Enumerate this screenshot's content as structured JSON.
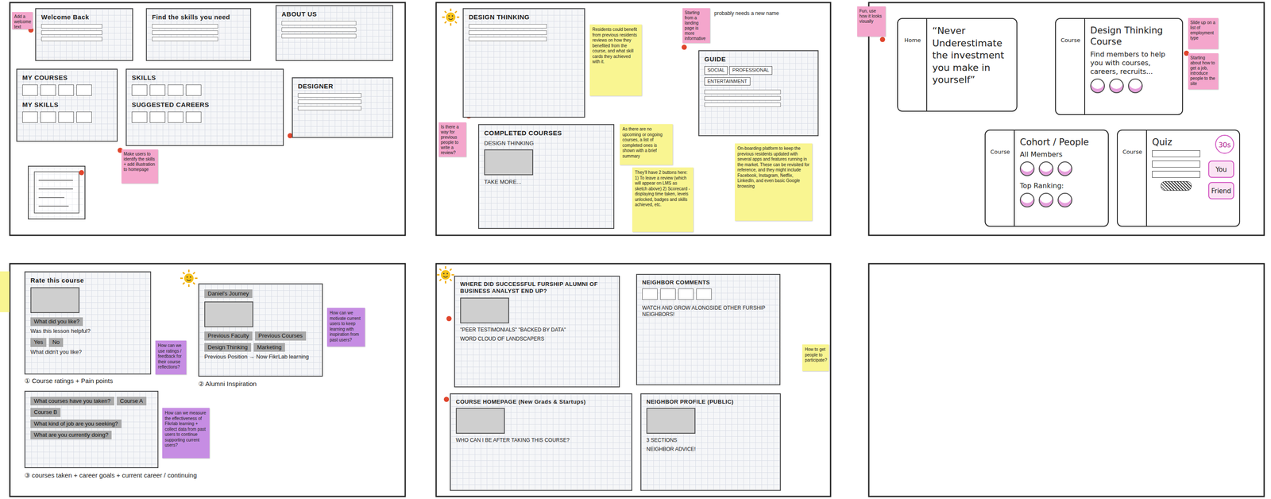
{
  "diagram": {
    "nodes": [
      {
        "text": [
          "Add a welcome text"
        ]
      },
      {
        "text": [
          "Welcome Back"
        ]
      },
      {
        "text": [
          "Find the skills you need"
        ]
      },
      {
        "text": [
          "ABOUT US"
        ]
      },
      {
        "text": [
          "MY COURSES",
          "MY SKILLS"
        ]
      },
      {
        "text": [
          "SKILLS",
          "SUGGESTED CAREERS"
        ]
      },
      {
        "text": [
          "DESIGNER"
        ]
      },
      {
        "text": [
          "Make users to identify the skills + add illustration to homepage"
        ]
      },
      {
        "text": [
          "DESIGN THINKING"
        ]
      },
      {
        "text": [
          "Residents could benefit from previous residents reviews on how they benefited from the course, and what skill cards they achieved with it."
        ]
      },
      {
        "text": [
          "Starting from a landing page is more informative"
        ]
      },
      {
        "text": [
          "Is there a way for previous people to write a review?"
        ]
      },
      {
        "text": [
          "GUIDE",
          "SOCIAL",
          "PROFESSIONAL",
          "ENTERTAINMENT"
        ]
      },
      {
        "text": [
          "COMPLETED COURSES",
          "DESIGN THINKING",
          "TAKE MORE..."
        ]
      },
      {
        "text": [
          "As there are no upcoming or ongoing courses, a list of completed ones is shown with a brief summary"
        ]
      },
      {
        "text": [
          "They'll have 2 buttons here: 1) To leave a review (which will appear on LMS as sketch above) 2) Scorecard - displaying time taken, levels unlocked, badges and skills achieved, etc."
        ]
      },
      {
        "text": [
          "On-boarding platform to keep the previous residents updated with several apps and features running in the market. These can be revisited for reference, and they might include Facebook, Instagram, Netflix, LinkedIn, and even basic Google browsing"
        ]
      },
      {
        "text": [
          "Fun, use how it looks visually"
        ]
      },
      {
        "text": [
          "Home",
          "“Never Underestimate the investment you make in yourself”"
        ]
      },
      {
        "text": [
          "Course",
          "Design Thinking Course",
          "Find members to help you with courses, careers, recruits..."
        ]
      },
      {
        "text": [
          "Slide up on a list of employment type"
        ]
      },
      {
        "text": [
          "Starting about how to get a job, introduce people to the site"
        ]
      },
      {
        "text": [
          "Course",
          "Cohort / People",
          "All Members",
          "Top Ranking:"
        ]
      },
      {
        "text": [
          "Course",
          "Quiz",
          "30s",
          "You",
          "Friend"
        ]
      },
      {
        "text": [
          "Rate this course",
          "What did you like?",
          "Was this lesson helpful?",
          "Yes",
          "No",
          "What didn't you like?"
        ]
      },
      {
        "text": [
          "How can we use ratings / feedback for their course reflections?"
        ]
      },
      {
        "text": [
          "Daniel's Journey",
          "Previous Faculty",
          "Previous Courses",
          "Design Thinking",
          "Marketing",
          "Previous Position → Now FikrLab learning"
        ]
      },
      {
        "text": [
          "How can we motivate current users to keep learning with inspiration from past users?"
        ]
      },
      {
        "text": [
          "What courses have you taken?",
          "Course A",
          "Course B",
          "What kind of job are you seeking?",
          "What are you currently doing?"
        ]
      },
      {
        "text": [
          "How can we measure the effectiveness of Fikrlab learning + collect data from past users to continue supporting current users?"
        ]
      },
      {
        "text": [
          "WHERE DID SUCCESSFUL FURSHIP ALUMNI OF BUSINESS ANALYST END UP?",
          "\"PEER TESTIMONIALS\" \"BACKED BY DATA\"",
          "WORD CLOUD OF LANDSCAPERS"
        ]
      },
      {
        "text": [
          "NEIGHBOR COMMENTS",
          "WATCH AND GROW ALONGSIDE OTHER FURSHIP NEIGHBORS!"
        ]
      },
      {
        "text": [
          "How to get people to participate?"
        ]
      },
      {
        "text": [
          "COURSE HOMEPAGE (New Grads & Startups)",
          "WHO CAN I BE AFTER TAKING THIS COURSE?"
        ]
      },
      {
        "text": [
          "NEIGHBOR PROFILE (PUBLIC)",
          "3 SECTIONS",
          "NEIGHBOR ADVICE!"
        ]
      }
    ],
    "labels": [
      "probably needs a new name",
      "① Course ratings + Pain points",
      "② Alumni Inspiration",
      "③ courses taken + career goals + current career / continuing"
    ]
  }
}
